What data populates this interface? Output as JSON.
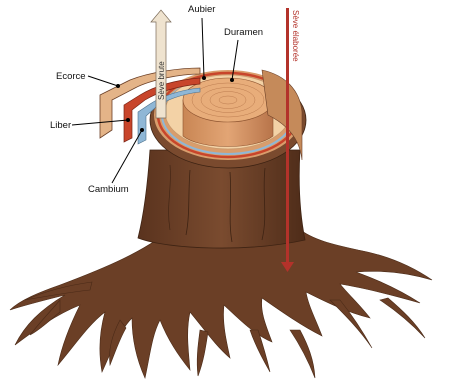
{
  "labels": {
    "aubier": "Aubier",
    "duramen": "Duramen",
    "ecorce": "Ecorce",
    "liber": "Liber",
    "cambium": "Cambium",
    "seve_brute": "Sève brute",
    "seve_elaboree": "Sève élaborée"
  },
  "colors": {
    "trunk_dark": "#5b3520",
    "trunk_mid": "#7a4a2e",
    "bark_light": "#e4b488",
    "liber_red": "#c8452b",
    "cambium_blue": "#8fb7d6",
    "sapwood": "#f3d2a6",
    "heartwood": "#e0a06c",
    "seve_brute_arrow": "#efe3cf",
    "seve_elaboree_arrow": "#b3322a"
  }
}
